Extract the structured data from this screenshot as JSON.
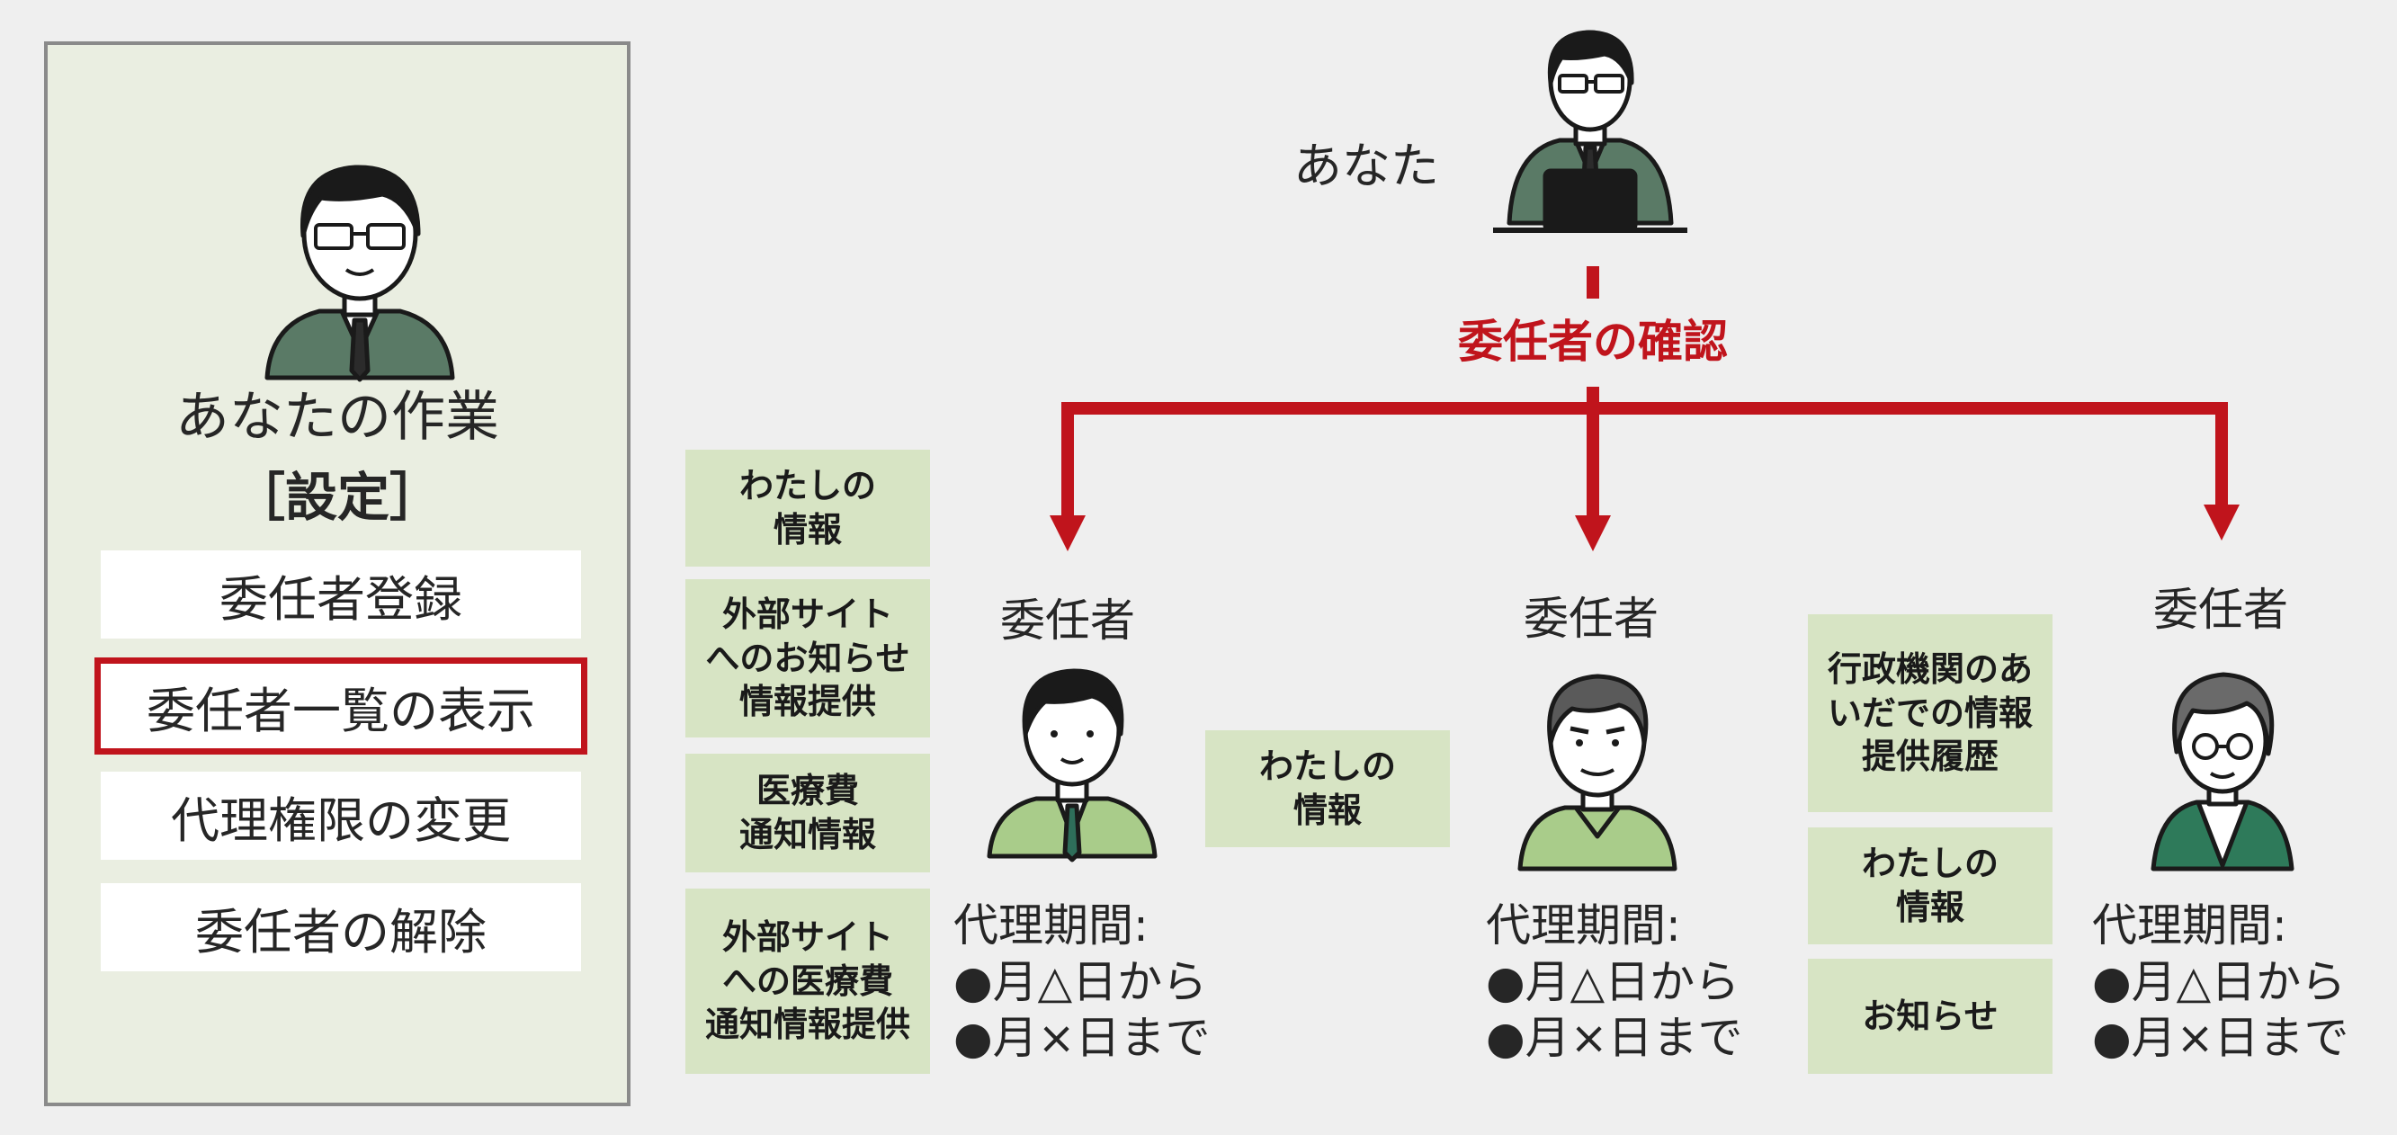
{
  "left_panel": {
    "title": "あなたの作業",
    "subtitle": "［設定］",
    "menu": [
      {
        "label": "委任者登録",
        "active": false
      },
      {
        "label": "委任者一覧の表示",
        "active": true
      },
      {
        "label": "代理権限の変更",
        "active": false
      },
      {
        "label": "委任者の解除",
        "active": false
      }
    ]
  },
  "top": {
    "you_label": "あなた",
    "confirm_label": "委任者の確認"
  },
  "delegators": [
    {
      "label": "委任者",
      "period_label": "代理期間:",
      "from": "●月△日から",
      "to": "●月×日まで"
    },
    {
      "label": "委任者",
      "period_label": "代理期間:",
      "from": "●月△日から",
      "to": "●月×日まで"
    },
    {
      "label": "委任者",
      "period_label": "代理期間:",
      "from": "●月△日から",
      "to": "●月×日まで"
    }
  ],
  "info_boxes": {
    "group1": [
      "わたしの\n情報",
      "外部サイト\nへのお知らせ\n情報提供",
      "医療費\n通知情報",
      "外部サイト\nへの医療費\n通知情報提供"
    ],
    "group2": [
      "わたしの\n情報"
    ],
    "group3": [
      "行政機関のあ\nいだでの情報\n提供履歴",
      "わたしの\n情報",
      "お知らせ"
    ]
  },
  "colors": {
    "accent_red": "#c0141c",
    "box_green": "#d7e4c4",
    "panel_bg": "#eaeee1",
    "suit_green": "#5a7a66"
  }
}
